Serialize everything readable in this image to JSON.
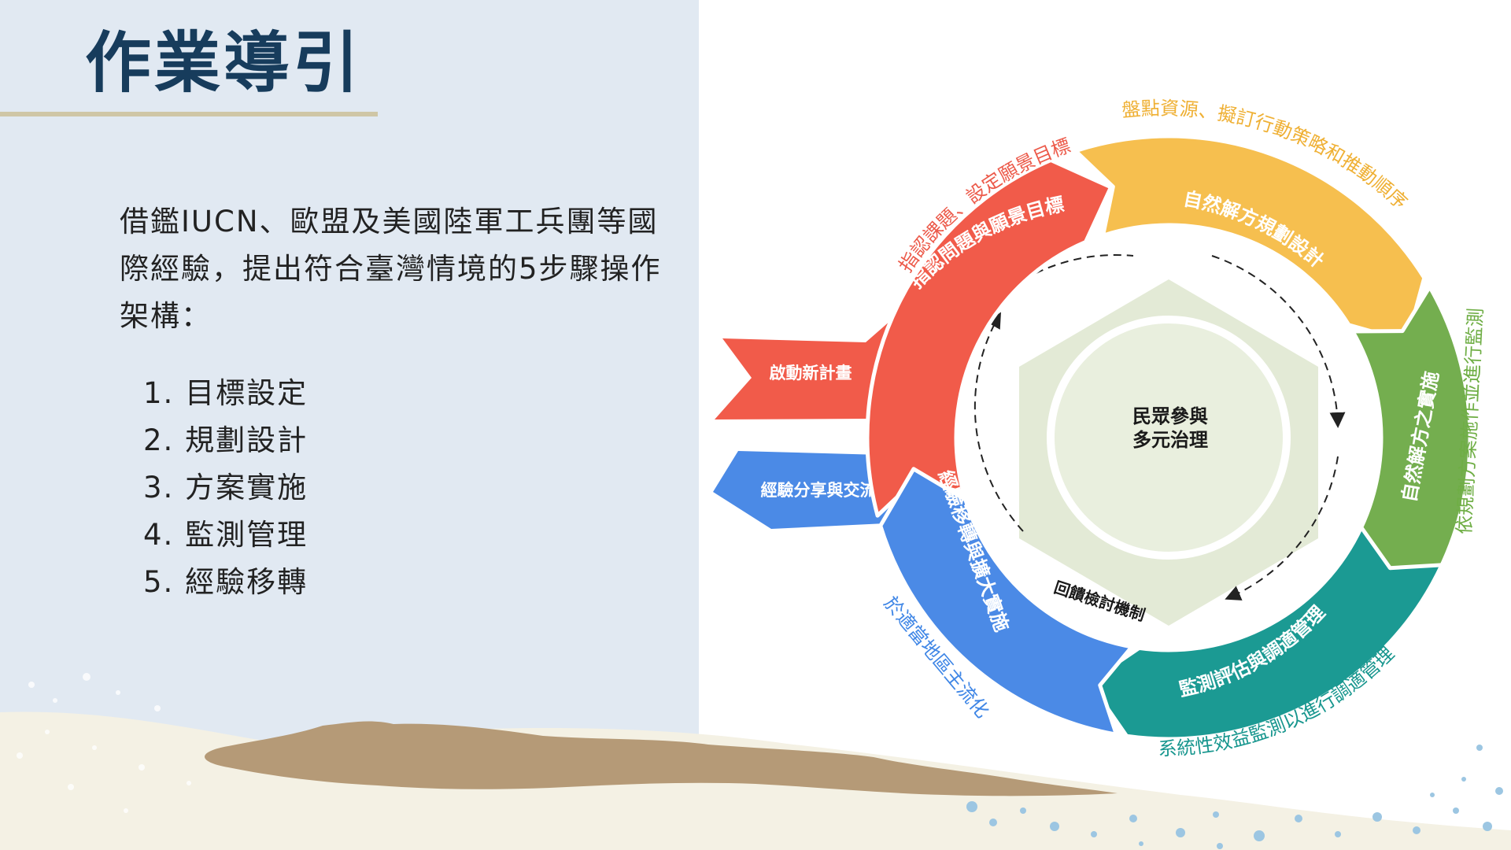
{
  "slide": {
    "title": "作業導引",
    "intro": "借鑑IUCN、歐盟及美國陸軍工兵團等國際經驗，提出符合臺灣情境的5步驟操作架構：",
    "steps": [
      "1. 目標設定",
      "2. 規劃設計",
      "3. 方案實施",
      "4. 監測管理",
      "5. 經驗移轉"
    ]
  },
  "diagram": {
    "center": [
      "民眾參與",
      "多元治理"
    ],
    "feedback_label": "回饋檢討機制",
    "segments": [
      {
        "label": "指認問題與願景目標",
        "color": "#f15b4a"
      },
      {
        "label": "自然解方規劃設計",
        "color": "#f6bf4f"
      },
      {
        "label": "自然解方之實施",
        "color": "#74ae4f"
      },
      {
        "label": "監測評估與調適管理",
        "color": "#1b9a93"
      },
      {
        "label": "經驗移轉與擴大實施",
        "color": "#4b8ae6"
      }
    ],
    "entry_arrows": [
      {
        "label": "啟動新計畫",
        "color": "#f15b4a"
      },
      {
        "label": "經驗分享與交流",
        "color": "#4b8ae6"
      }
    ],
    "outer_labels": [
      {
        "text": "指認課題、設定願景目標",
        "color": "#ec5a4a"
      },
      {
        "text": "盤點資源、擬訂行動策略和推動順序",
        "color": "#efb034"
      },
      {
        "text": "依規劃方案施作並進行監測",
        "color": "#6fae45"
      },
      {
        "text": "系統性效益監測以進行調適管理",
        "color": "#17968e"
      },
      {
        "text": "於適當地區主流化",
        "color": "#3f86e6"
      }
    ]
  }
}
